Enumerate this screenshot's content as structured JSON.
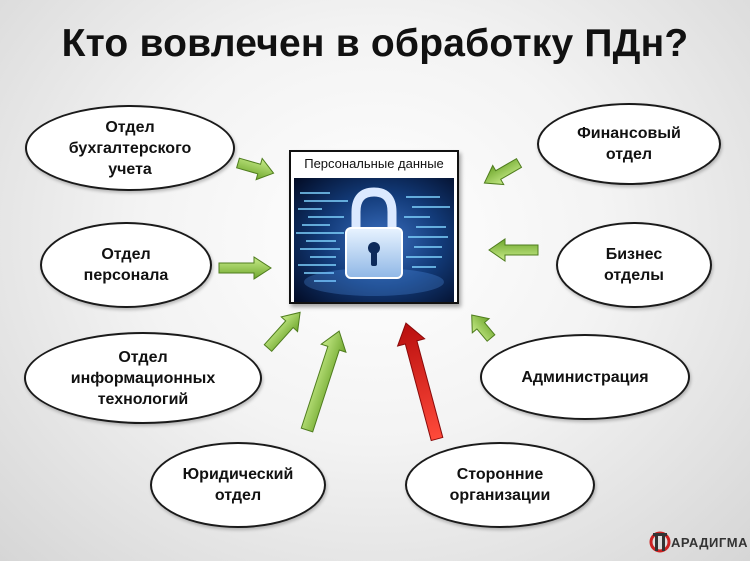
{
  "title": "Кто вовлечен в обработку ПДн?",
  "center": {
    "caption": "Персональные данные",
    "icon": "padlock-data-icon"
  },
  "nodes": [
    {
      "id": "accounting",
      "label": "Отдел\nбухгалтерского\nучета"
    },
    {
      "id": "personnel",
      "label": "Отдел\nперсонала"
    },
    {
      "id": "it",
      "label": "Отдел\nинформационных\nтехнологий"
    },
    {
      "id": "legal",
      "label": "Юридический\nотдел"
    },
    {
      "id": "third-party",
      "label": "Сторонние\nорганизации"
    },
    {
      "id": "admin",
      "label": "Администрация"
    },
    {
      "id": "business",
      "label": "Бизнес\nотделы"
    },
    {
      "id": "finance",
      "label": "Финансовый\nотдел"
    }
  ],
  "colors": {
    "arrow_green": "#8dc63f",
    "arrow_red": "#d42020"
  },
  "logo": {
    "text": "АРАДИГМА",
    "icon": "paradigma-logo-icon"
  }
}
